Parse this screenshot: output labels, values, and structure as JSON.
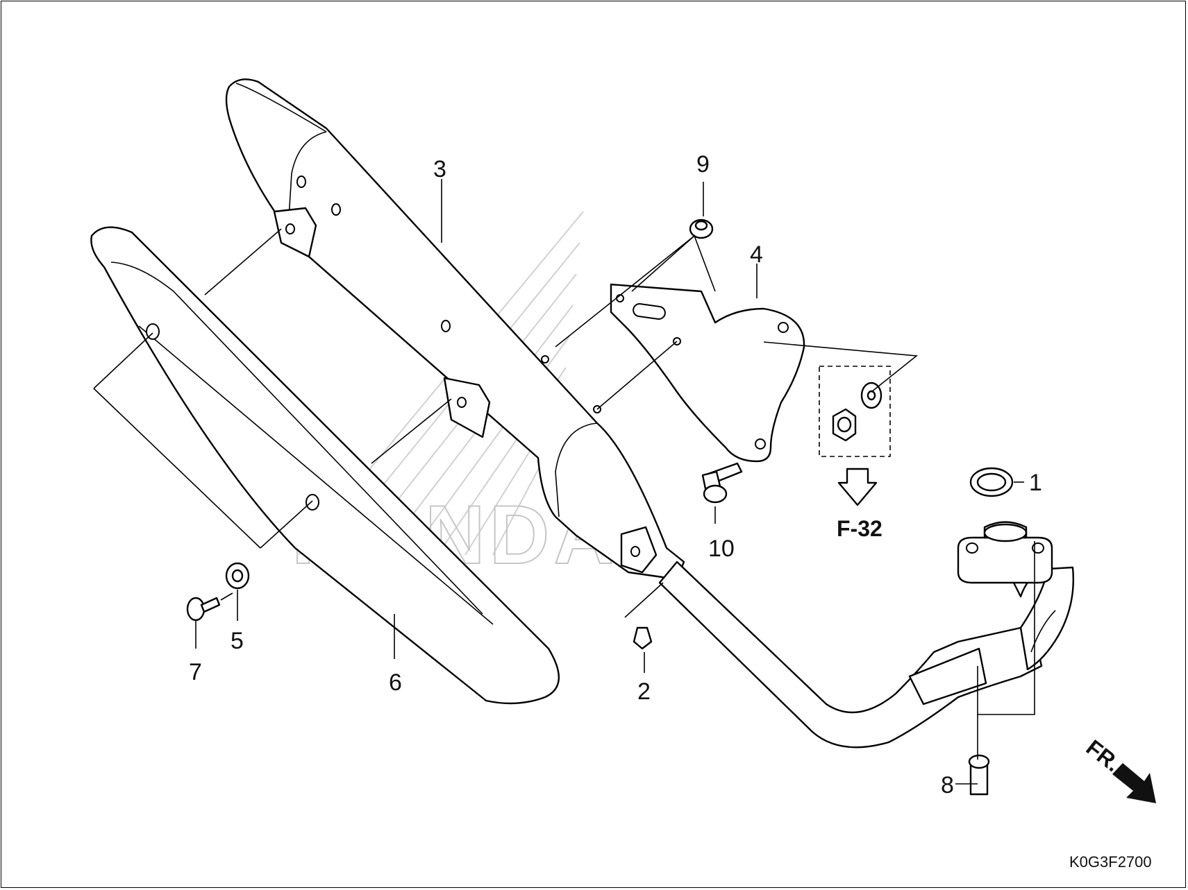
{
  "figure_code": "K0G3F2700",
  "reference": "F-32",
  "front_marker": "FR.",
  "callouts": [
    {
      "id": "callout-1",
      "text": "1"
    },
    {
      "id": "callout-2",
      "text": "2"
    },
    {
      "id": "callout-3",
      "text": "3"
    },
    {
      "id": "callout-4",
      "text": "4"
    },
    {
      "id": "callout-5",
      "text": "5"
    },
    {
      "id": "callout-6",
      "text": "6"
    },
    {
      "id": "callout-7",
      "text": "7"
    },
    {
      "id": "callout-8",
      "text": "8"
    },
    {
      "id": "callout-9",
      "text": "9"
    },
    {
      "id": "callout-10",
      "text": "10"
    }
  ],
  "watermark": "HONDA"
}
